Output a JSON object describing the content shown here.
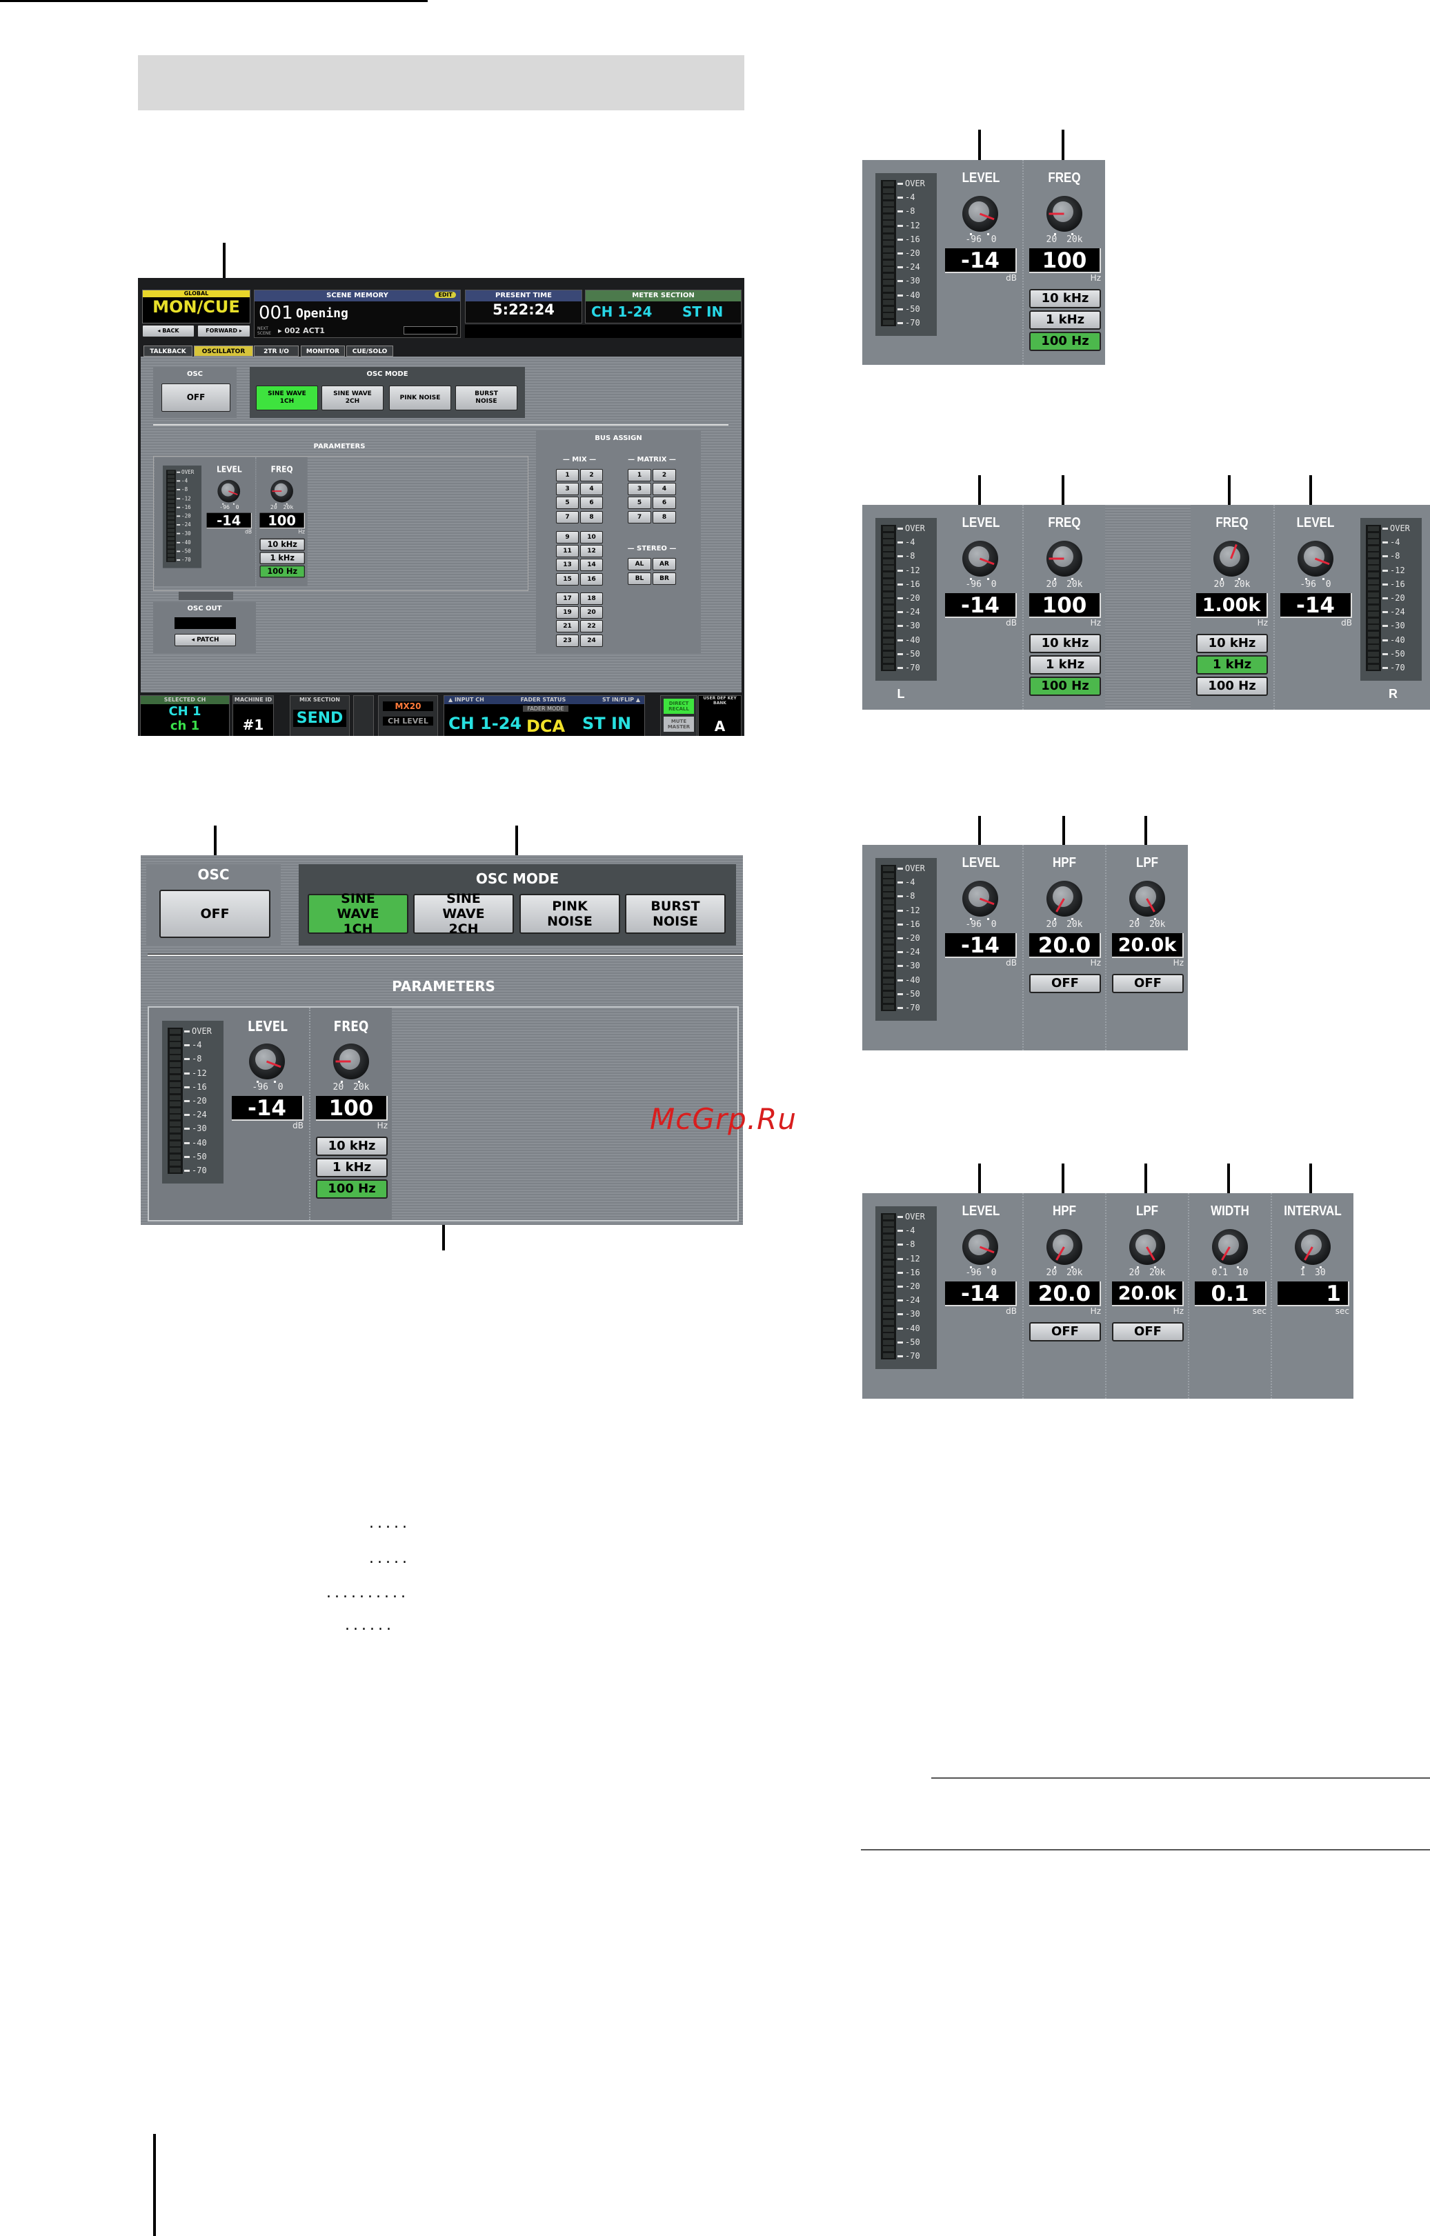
{
  "leaders": [
    ".....",
    ".....",
    "..........",
    "......"
  ],
  "watermark": "McGrp.Ru",
  "screen1": {
    "global_title": "GLOBAL",
    "mon_cue": "MON/CUE",
    "back": "◂ BACK",
    "forward": "FORWARD ▸",
    "scene_memory_title": "SCENE MEMORY",
    "edit_badge": "EDIT",
    "scene_number": "001",
    "scene_name": "Opening",
    "next_scene_label": "NEXT SCENE",
    "next_scene": "▸ 002 ACT1",
    "present_time_title": "PRESENT TIME",
    "present_time": "5:22:24",
    "meter_section_title": "METER SECTION",
    "meter_ch": "CH 1-24",
    "meter_st": "ST IN",
    "tabs": [
      {
        "label": "TALKBACK",
        "active": false
      },
      {
        "label": "OSCILLATOR",
        "active": true
      },
      {
        "label": "2TR I/O",
        "active": false
      },
      {
        "label": "MONITOR",
        "active": false
      },
      {
        "label": "CUE/SOLO",
        "active": false
      }
    ],
    "osc_title": "OSC",
    "osc_value": "OFF",
    "osc_mode_title": "OSC MODE",
    "modes": [
      {
        "label": "SINE WAVE 1CH",
        "active": true
      },
      {
        "label": "SINE WAVE 2CH",
        "active": false
      },
      {
        "label": "PINK NOISE",
        "active": false
      },
      {
        "label": "BURST NOISE",
        "active": false
      }
    ],
    "parameters_title": "PARAMETERS",
    "bus_assign_title": "BUS ASSIGN",
    "mix_label": "— MIX —",
    "matrix_label": "— MATRIX —",
    "stereo_label": "— STEREO —",
    "mix_buttons": [
      "1",
      "2",
      "3",
      "4",
      "5",
      "6",
      "7",
      "8",
      "9",
      "10",
      "11",
      "12",
      "13",
      "14",
      "15",
      "16",
      "17",
      "18",
      "19",
      "20",
      "21",
      "22",
      "23",
      "24"
    ],
    "matrix_buttons": [
      "1",
      "2",
      "3",
      "4",
      "5",
      "6",
      "7",
      "8"
    ],
    "stereo_buttons": [
      "AL",
      "AR",
      "BL",
      "BR"
    ],
    "osc_out_title": "OSC OUT",
    "patch": "◂ PATCH",
    "bottom": {
      "selected_ch_title": "SELECTED CH",
      "selected_ch": "CH 1",
      "selected_ch_name": "ch 1",
      "machine_id_title": "MACHINE ID",
      "machine_id": "#1",
      "mix_section_title": "MIX SECTION",
      "send": "SEND",
      "mx": "MX20",
      "ch_level": "CH LEVEL",
      "input_ch_title": "▲ INPUT CH",
      "fader_status_title": "FADER STATUS",
      "st_in_flip_title": "ST IN/FLIP ▲",
      "ch_range": "CH 1-24",
      "fader_mode": "FADER MODE",
      "dca": "DCA",
      "st_in": "ST IN",
      "direct_recall": "DIRECT RECALL",
      "mute_master": "MUTE MASTER",
      "user_def_title": "USER DEF KEY BANK",
      "bank": "A"
    },
    "params": {
      "meters": [
        {
          "labels": [
            "OVER",
            "-4",
            "-8",
            "-12",
            "-16",
            "-20",
            "-24",
            "-30",
            "-40",
            "-50",
            "-70"
          ],
          "side": ""
        }
      ],
      "columns": [
        {
          "label": "LEVEL",
          "scale": "-96 0",
          "value": "-14",
          "unit": "dB",
          "knob_fraction": 0.87,
          "buttons": []
        },
        {
          "label": "FREQ",
          "scale": "20 20k",
          "value": "100",
          "unit": "Hz",
          "knob_fraction": 0.2,
          "buttons": [
            {
              "label": "10 kHz",
              "active": false
            },
            {
              "label": "1 kHz",
              "active": false
            },
            {
              "label": "100 Hz",
              "active": true
            }
          ]
        }
      ]
    }
  },
  "screen2": {
    "osc_title": "OSC",
    "osc_value": "OFF",
    "osc_mode_title": "OSC MODE",
    "modes": [
      {
        "label": "SINE WAVE 1CH",
        "active": true
      },
      {
        "label": "SINE WAVE 2CH",
        "active": false
      },
      {
        "label": "PINK NOISE",
        "active": false
      },
      {
        "label": "BURST NOISE",
        "active": false
      }
    ],
    "parameters_title": "PARAMETERS",
    "params": {
      "meters": [
        {
          "labels": [
            "OVER",
            "-4",
            "-8",
            "-12",
            "-16",
            "-20",
            "-24",
            "-30",
            "-40",
            "-50",
            "-70"
          ],
          "side": ""
        }
      ],
      "columns": [
        {
          "label": "LEVEL",
          "scale": "-96 0",
          "value": "-14",
          "unit": "dB",
          "knob_fraction": 0.87,
          "buttons": []
        },
        {
          "label": "FREQ",
          "scale": "20 20k",
          "value": "100",
          "unit": "Hz",
          "knob_fraction": 0.2,
          "buttons": [
            {
              "label": "10 kHz",
              "active": false
            },
            {
              "label": "1 kHz",
              "active": false
            },
            {
              "label": "100 Hz",
              "active": true
            }
          ]
        }
      ]
    }
  },
  "panels": [
    {
      "name": "sine-1ch",
      "meters": [
        {
          "labels": [
            "OVER",
            "-4",
            "-8",
            "-12",
            "-16",
            "-20",
            "-24",
            "-30",
            "-40",
            "-50",
            "-70"
          ],
          "side": ""
        }
      ],
      "columns": [
        {
          "label": "LEVEL",
          "scale": "-96 0",
          "value": "-14",
          "unit": "dB",
          "knob_fraction": 0.87,
          "buttons": []
        },
        {
          "label": "FREQ",
          "scale": "20 20k",
          "value": "100",
          "unit": "Hz",
          "knob_fraction": 0.2,
          "buttons": [
            {
              "label": "10 kHz",
              "active": false
            },
            {
              "label": "1 kHz",
              "active": false
            },
            {
              "label": "100 Hz",
              "active": true
            }
          ]
        }
      ]
    },
    {
      "name": "sine-2ch",
      "meters": [
        {
          "labels": [
            "OVER",
            "-4",
            "-8",
            "-12",
            "-16",
            "-20",
            "-24",
            "-30",
            "-40",
            "-50",
            "-70"
          ],
          "side": "L"
        },
        {
          "labels": [
            "OVER",
            "-4",
            "-8",
            "-12",
            "-16",
            "-20",
            "-24",
            "-30",
            "-40",
            "-50",
            "-70"
          ],
          "side": "R"
        }
      ],
      "columns": [
        {
          "label": "LEVEL",
          "scale": "-96 0",
          "value": "-14",
          "unit": "dB",
          "knob_fraction": 0.87,
          "buttons": []
        },
        {
          "label": "FREQ",
          "scale": "20 20k",
          "value": "100",
          "unit": "Hz",
          "knob_fraction": 0.2,
          "buttons": [
            {
              "label": "10 kHz",
              "active": false
            },
            {
              "label": "1 kHz",
              "active": false
            },
            {
              "label": "100 Hz",
              "active": true
            }
          ]
        },
        {
          "label": "FREQ",
          "scale": "20 20k",
          "value": "1.00k",
          "unit": "Hz",
          "knob_fraction": 0.57,
          "buttons": [
            {
              "label": "10 kHz",
              "active": false
            },
            {
              "label": "1 kHz",
              "active": true
            },
            {
              "label": "100 Hz",
              "active": false
            }
          ]
        },
        {
          "label": "LEVEL",
          "scale": "-96 0",
          "value": "-14",
          "unit": "dB",
          "knob_fraction": 0.87,
          "buttons": []
        }
      ]
    },
    {
      "name": "pink-noise",
      "meters": [
        {
          "labels": [
            "OVER",
            "-4",
            "-8",
            "-12",
            "-16",
            "-20",
            "-24",
            "-30",
            "-40",
            "-50",
            "-70"
          ],
          "side": ""
        }
      ],
      "columns": [
        {
          "label": "LEVEL",
          "scale": "-96 0",
          "value": "-14",
          "unit": "dB",
          "knob_fraction": 0.87,
          "buttons": []
        },
        {
          "label": "HPF",
          "scale": "20 20k",
          "value": "20.0",
          "unit": "Hz",
          "knob_fraction": 0.0,
          "buttons": [
            {
              "label": "OFF",
              "active": false
            }
          ]
        },
        {
          "label": "LPF",
          "scale": "20 20k",
          "value": "20.0k",
          "unit": "Hz",
          "knob_fraction": 1.0,
          "buttons": [
            {
              "label": "OFF",
              "active": false
            }
          ]
        }
      ]
    },
    {
      "name": "burst-noise",
      "meters": [
        {
          "labels": [
            "OVER",
            "-4",
            "-8",
            "-12",
            "-16",
            "-20",
            "-24",
            "-30",
            "-40",
            "-50",
            "-70"
          ],
          "side": ""
        }
      ],
      "columns": [
        {
          "label": "LEVEL",
          "scale": "-96 0",
          "value": "-14",
          "unit": "dB",
          "knob_fraction": 0.87,
          "buttons": []
        },
        {
          "label": "HPF",
          "scale": "20 20k",
          "value": "20.0",
          "unit": "Hz",
          "knob_fraction": 0.0,
          "buttons": [
            {
              "label": "OFF",
              "active": false
            }
          ]
        },
        {
          "label": "LPF",
          "scale": "20 20k",
          "value": "20.0k",
          "unit": "Hz",
          "knob_fraction": 1.0,
          "buttons": [
            {
              "label": "OFF",
              "active": false
            }
          ]
        },
        {
          "label": "WIDTH",
          "scale": "0.1 10",
          "value": "0.1",
          "unit": "sec",
          "knob_fraction": 0.0,
          "buttons": []
        },
        {
          "label": "INTERVAL",
          "scale": "1 30",
          "value": "1",
          "unit": "sec",
          "knob_fraction": 0.0,
          "buttons": []
        }
      ]
    }
  ]
}
